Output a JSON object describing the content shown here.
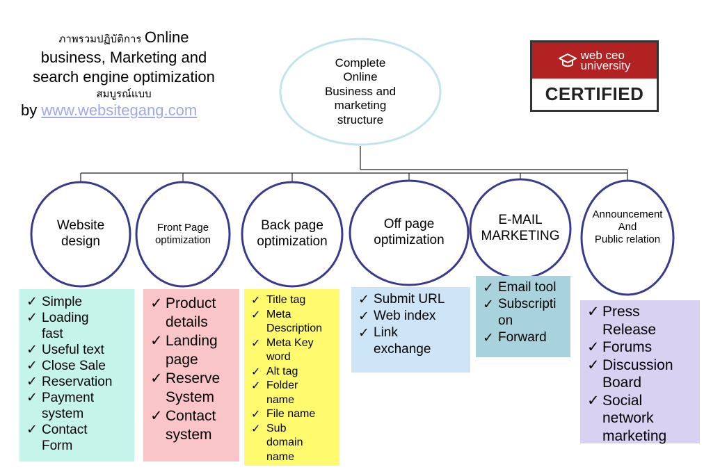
{
  "header": {
    "thai_top": "ภาพรวมปฏิบัติการ",
    "line1_rest": "Online",
    "line2": "business, Marketing and",
    "line3": "search engine optimization",
    "thai_bottom": "สมบูรณ์แบบ",
    "by_label": "by",
    "link_text": "www.websitegang.com"
  },
  "badge": {
    "brand_line1": "web ceo",
    "brand_line2": "university",
    "certified": "CERTIFIED",
    "icon": "graduation-cap-icon",
    "color": "#b22222"
  },
  "root": {
    "label": "Complete\nOnline\nBusiness and\nmarketing\nstructure"
  },
  "categories": [
    {
      "label": "Website\ndesign",
      "color": "#c5f5ea",
      "items": [
        "Simple",
        "Loading\nfast",
        "Useful text",
        "Close Sale",
        "Reservation",
        "Payment\nsystem",
        "Contact\nForm"
      ]
    },
    {
      "label": "Front Page\noptimization",
      "color": "#f9c5c9",
      "items": [
        "Product\ndetails",
        "Landing\npage",
        "Reserve\nSystem",
        "Contact\nsystem"
      ]
    },
    {
      "label": "Back page\noptimization",
      "color": "#fffa6e",
      "items": [
        "Title tag",
        "Meta\nDescription",
        "Meta Key\nword",
        "Alt tag",
        "Folder\nname",
        "File name",
        "Sub\ndomain\nname"
      ]
    },
    {
      "label": "Off page\noptimization",
      "color": "#cde5f7",
      "items": [
        "Submit URL",
        "Web index",
        "Link\nexchange"
      ]
    },
    {
      "label": "E-MAIL\nMARKETING",
      "color": "#a9d3dc",
      "items": [
        "Email tool",
        "Subscripti\non",
        "Forward"
      ]
    },
    {
      "label": "Announcement\nAnd\nPublic relation",
      "color": "#d9d1f2",
      "items": [
        "Press\nRelease",
        "Forums",
        "Discussion\nBoard",
        "Social\nnetwork\nmarketing"
      ]
    }
  ],
  "check_icon": "checkmark-icon",
  "colors": {
    "ellipse_border": "#3a3a8c",
    "root_border": "#c3e4ea"
  }
}
